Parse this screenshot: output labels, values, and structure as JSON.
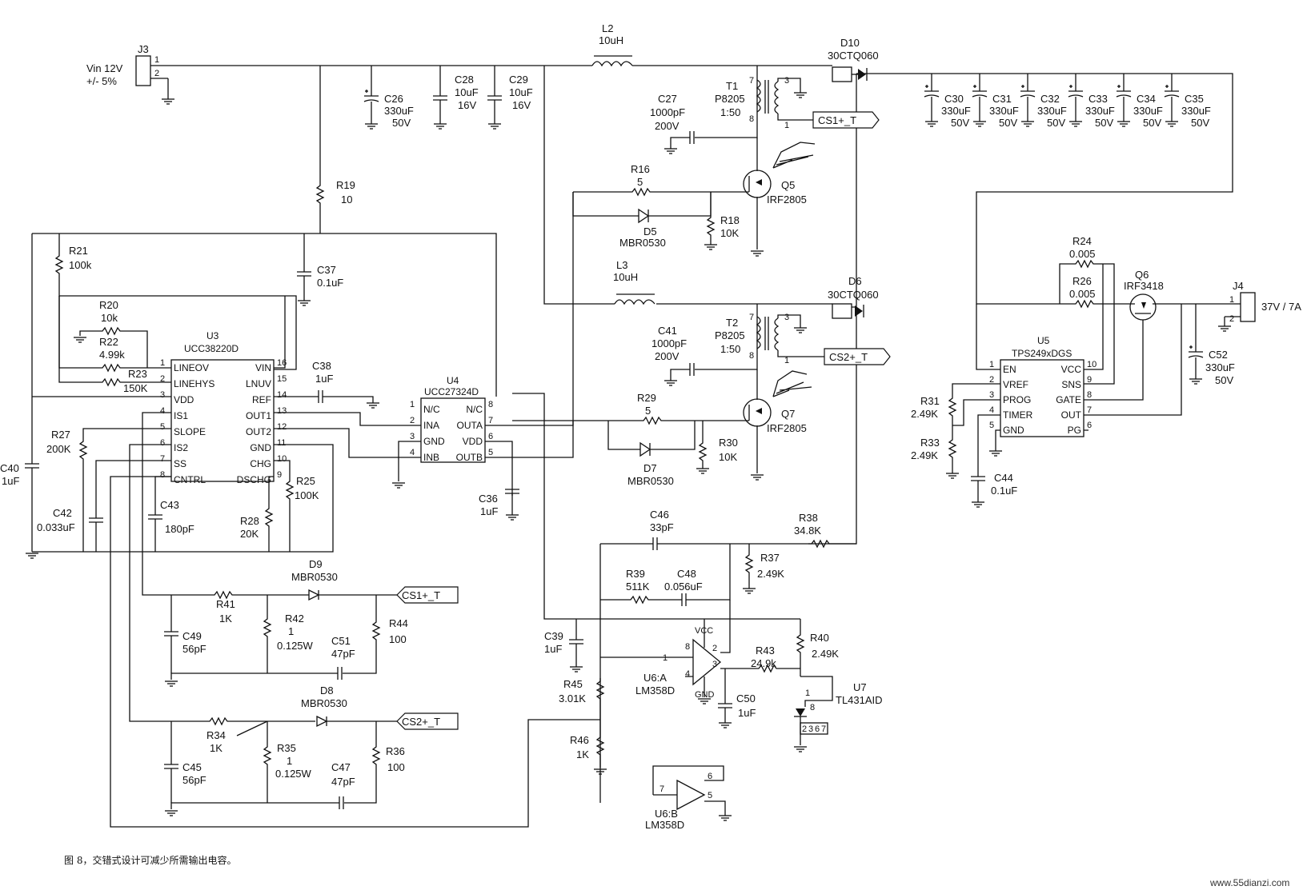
{
  "caption": "图 8，交错式设计可减少所需输出电容。",
  "watermark": "www.55dianzi.com",
  "input": {
    "connector": "J3",
    "label_v": "Vin 12V",
    "label_tol": "+/- 5%",
    "pin1": "1",
    "pin2": "2"
  },
  "output": {
    "connector": "J4",
    "label": "37V / 7A",
    "pin1": "1",
    "pin2": "2"
  },
  "tags": {
    "cs1": "CS1+_T",
    "cs2": "CS2+_T"
  },
  "inductors": [
    {
      "ref": "L2",
      "value": "10uH"
    },
    {
      "ref": "L3",
      "value": "10uH"
    }
  ],
  "diodes": [
    {
      "ref": "D10",
      "value": "30CTQ060"
    },
    {
      "ref": "D6",
      "value": "30CTQ060"
    },
    {
      "ref": "D5",
      "value": "MBR0530"
    },
    {
      "ref": "D7",
      "value": "MBR0530"
    },
    {
      "ref": "D9",
      "value": "MBR0530"
    },
    {
      "ref": "D8",
      "value": "MBR0530"
    }
  ],
  "transformers": [
    {
      "ref": "T1",
      "part": "P8205",
      "ratio": "1:50",
      "p7": "7",
      "p8": "8",
      "p3": "3",
      "p1": "1"
    },
    {
      "ref": "T2",
      "part": "P8205",
      "ratio": "1:50",
      "p7": "7",
      "p8": "8",
      "p3": "3",
      "p1": "1"
    }
  ],
  "mosfets": [
    {
      "ref": "Q5",
      "part": "IRF2805"
    },
    {
      "ref": "Q7",
      "part": "IRF2805"
    },
    {
      "ref": "Q6",
      "part": "IRF3418"
    }
  ],
  "caps": {
    "C26": [
      "C26",
      "330uF",
      "50V"
    ],
    "C28": [
      "C28",
      "10uF",
      "16V"
    ],
    "C29": [
      "C29",
      "10uF",
      "16V"
    ],
    "C27": [
      "C27",
      "1000pF",
      "200V"
    ],
    "C41": [
      "C41",
      "1000pF",
      "200V"
    ],
    "C30": [
      "C30",
      "330uF",
      "50V"
    ],
    "C31": [
      "C31",
      "330uF",
      "50V"
    ],
    "C32": [
      "C32",
      "330uF",
      "50V"
    ],
    "C33": [
      "C33",
      "330uF",
      "50V"
    ],
    "C34": [
      "C34",
      "330uF",
      "50V"
    ],
    "C35": [
      "C35",
      "330uF",
      "50V"
    ],
    "C52": [
      "C52",
      "330uF",
      "50V"
    ],
    "C37": [
      "C37",
      "0.1uF"
    ],
    "C38": [
      "C38",
      "1uF"
    ],
    "C40": [
      "C40",
      "1uF"
    ],
    "C42": [
      "C42",
      "0.033uF"
    ],
    "C43": [
      "C43",
      "180pF"
    ],
    "C36": [
      "C36",
      "1uF"
    ],
    "C44": [
      "C44",
      "0.1uF"
    ],
    "C46": [
      "C46",
      "33pF"
    ],
    "C48": [
      "C48",
      "0.056uF"
    ],
    "C39": [
      "C39",
      "1uF"
    ],
    "C50": [
      "C50",
      "1uF"
    ],
    "C49": [
      "C49",
      "56pF"
    ],
    "C51": [
      "C51",
      "47pF"
    ],
    "C45": [
      "C45",
      "56pF"
    ],
    "C47": [
      "C47",
      "47pF"
    ]
  },
  "res": {
    "R19": [
      "R19",
      "10"
    ],
    "R21": [
      "R21",
      "100k"
    ],
    "R20": [
      "R20",
      "10k"
    ],
    "R22": [
      "R22",
      "4.99k"
    ],
    "R23": [
      "R23",
      "150K"
    ],
    "R27": [
      "R27",
      "200K"
    ],
    "R25": [
      "R25",
      "100K"
    ],
    "R28": [
      "R28",
      "20K"
    ],
    "R16": [
      "R16",
      "5"
    ],
    "R18": [
      "R18",
      "10K"
    ],
    "R29": [
      "R29",
      "5"
    ],
    "R30": [
      "R30",
      "10K"
    ],
    "R24": [
      "R24",
      "0.005"
    ],
    "R26": [
      "R26",
      "0.005"
    ],
    "R31": [
      "R31",
      "2.49K"
    ],
    "R33": [
      "R33",
      "2.49K"
    ],
    "R38": [
      "R38",
      "34.8K"
    ],
    "R37": [
      "R37",
      "2.49K"
    ],
    "R39": [
      "R39",
      "511K"
    ],
    "R40": [
      "R40",
      "2.49K"
    ],
    "R43": [
      "R43",
      "24.9k"
    ],
    "R45": [
      "R45",
      "3.01K"
    ],
    "R46": [
      "R46",
      "1K"
    ],
    "R41": [
      "R41",
      "1K"
    ],
    "R42": [
      "R42",
      "1",
      "0.125W"
    ],
    "R44": [
      "R44",
      "100"
    ],
    "R34": [
      "R34",
      "1K"
    ],
    "R35": [
      "R35",
      "1",
      "0.125W"
    ],
    "R36": [
      "R36",
      "100"
    ]
  },
  "u3": {
    "ref": "U3",
    "part": "UCC38220D",
    "left": [
      [
        "1",
        "LINEOV"
      ],
      [
        "2",
        "LINEHYS"
      ],
      [
        "3",
        "VDD"
      ],
      [
        "4",
        "IS1"
      ],
      [
        "5",
        "SLOPE"
      ],
      [
        "6",
        "IS2"
      ],
      [
        "7",
        "SS"
      ],
      [
        "8",
        "CNTRL"
      ]
    ],
    "right": [
      [
        "16",
        "VIN"
      ],
      [
        "15",
        "LNUV"
      ],
      [
        "14",
        "REF"
      ],
      [
        "13",
        "OUT1"
      ],
      [
        "12",
        "OUT2"
      ],
      [
        "11",
        "GND"
      ],
      [
        "10",
        "CHG"
      ],
      [
        "9",
        "DSCHG"
      ]
    ]
  },
  "u4": {
    "ref": "U4",
    "part": "UCC27324D",
    "left": [
      [
        "1",
        "N/C"
      ],
      [
        "2",
        "INA"
      ],
      [
        "3",
        "GND"
      ],
      [
        "4",
        "INB"
      ]
    ],
    "right": [
      [
        "8",
        "N/C"
      ],
      [
        "7",
        "OUTA"
      ],
      [
        "6",
        "VDD"
      ],
      [
        "5",
        "OUTB"
      ]
    ]
  },
  "u5": {
    "ref": "U5",
    "part": "TPS249xDGS",
    "left": [
      [
        "1",
        "EN"
      ],
      [
        "2",
        "VREF"
      ],
      [
        "3",
        "PROG"
      ],
      [
        "4",
        "TIMER"
      ],
      [
        "5",
        "GND"
      ]
    ],
    "right": [
      [
        "10",
        "VCC"
      ],
      [
        "9",
        "SNS"
      ],
      [
        "8",
        "GATE"
      ],
      [
        "7",
        "OUT"
      ],
      [
        "6",
        "PG"
      ]
    ]
  },
  "u6a": {
    "ref": "U6:A",
    "part": "LM358D",
    "vcc": "VCC",
    "gnd": "GND",
    "p1": "1",
    "p2": "2",
    "p3": "3",
    "p4": "4",
    "p8": "8"
  },
  "u6b": {
    "ref": "U6:B",
    "part": "LM358D",
    "p5": "5",
    "p6": "6",
    "p7": "7"
  },
  "u7": {
    "ref": "U7",
    "part": "TL431AID",
    "p1": "1",
    "p8": "8",
    "p2": "2",
    "p3": "3",
    "p6": "6",
    "p7": "7"
  }
}
